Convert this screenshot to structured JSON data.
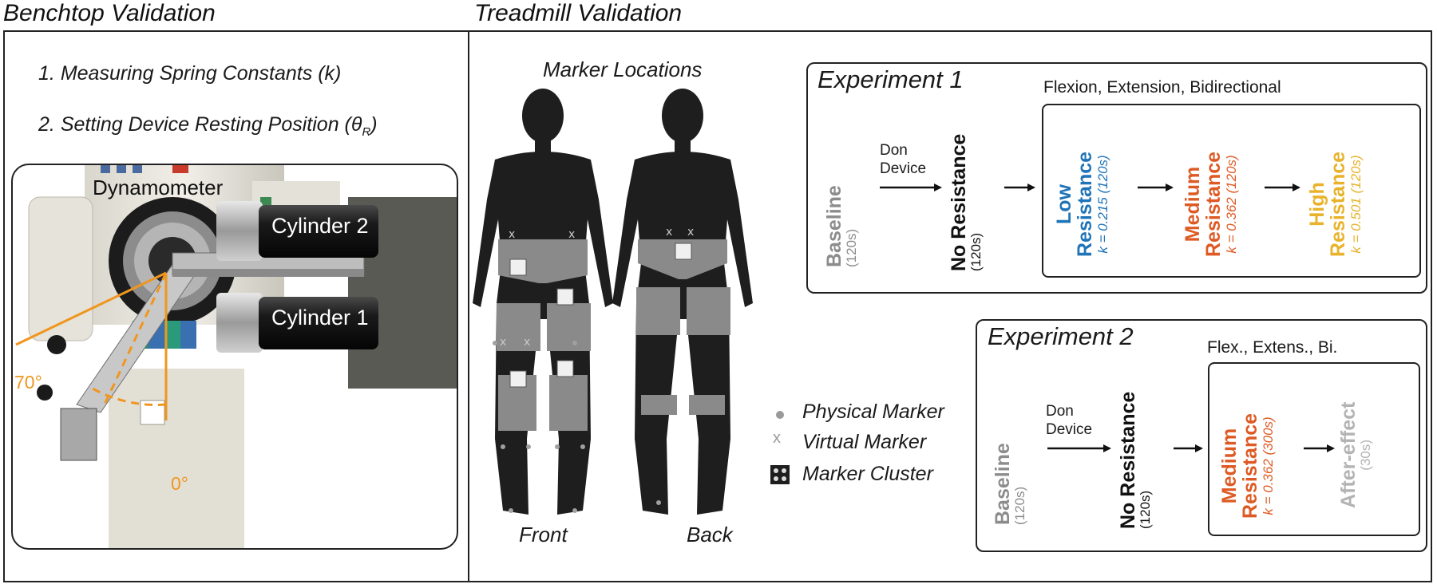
{
  "colors": {
    "baseline": "#8c8c8c",
    "no_resistance": "#111111",
    "low": "#1f74b8",
    "medium": "#de5a24",
    "high": "#e8b22a",
    "after_effect": "#b3b3b3",
    "orange_annotation": "#f0961e",
    "silhouette": "#1e1e1e",
    "band": "#8a8a8a"
  },
  "benchtop": {
    "title": "Benchtop Validation",
    "items": [
      {
        "num": "1.",
        "text": "Measuring Spring Constants (k)"
      },
      {
        "num": "2.",
        "text": "Setting Device Resting Position (",
        "sym": "θ",
        "sub": "R",
        "tail": ")"
      }
    ],
    "photo_labels": {
      "dynamometer": "Dynamometer",
      "cylinder2": "Cylinder 2",
      "cylinder1": "Cylinder 1",
      "angle_70": "70°",
      "angle_0": "0°"
    }
  },
  "treadmill": {
    "title": "Treadmill Validation",
    "marker_locations": "Marker Locations",
    "front": "Front",
    "back": "Back",
    "legend": [
      {
        "icon": "dot",
        "label": "Physical Marker"
      },
      {
        "icon": "x",
        "label": "Virtual Marker"
      },
      {
        "icon": "cluster",
        "label": "Marker Cluster"
      }
    ]
  },
  "exp1": {
    "title": "Experiment 1",
    "conditions": "Flexion, Extension, Bidirectional",
    "baseline": {
      "name": "Baseline",
      "dur": "(120s)"
    },
    "don": [
      "Don",
      "Device"
    ],
    "no_res": {
      "name": "No Resistance",
      "dur": "(120s)"
    },
    "low": {
      "l1": "Low",
      "l2": "Resistance",
      "k": "k = 0.215",
      "dur": "(120s)"
    },
    "medium": {
      "l1": "Medium",
      "l2": "Resistance",
      "k": "k = 0.362",
      "dur": "(120s)"
    },
    "high": {
      "l1": "High",
      "l2": "Resistance",
      "k": "k = 0.501",
      "dur": "(120s)"
    }
  },
  "exp2": {
    "title": "Experiment 2",
    "conditions": "Flex., Extens., Bi.",
    "baseline": {
      "name": "Baseline",
      "dur": "(120s)"
    },
    "don": [
      "Don",
      "Device"
    ],
    "no_res": {
      "name": "No Resistance",
      "dur": "(120s)"
    },
    "medium": {
      "l1": "Medium",
      "l2": "Resistance",
      "k": "k = 0.362",
      "dur": "(300s)"
    },
    "after": {
      "name": "After-effect",
      "dur": "(30s)"
    }
  }
}
